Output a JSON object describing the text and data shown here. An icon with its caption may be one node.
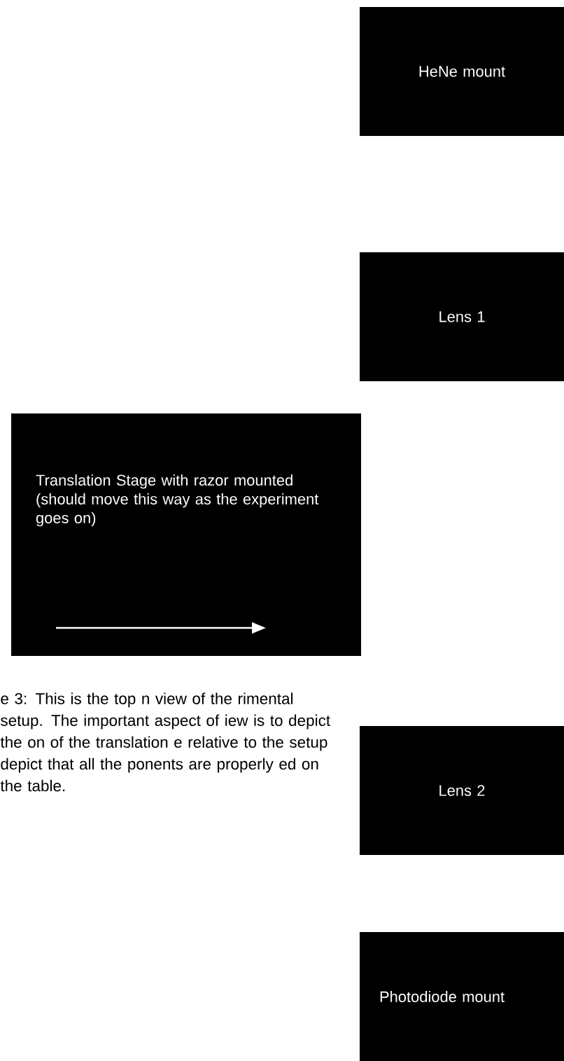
{
  "diagram": {
    "nodes": [
      {
        "text": [
          "HeNe mount"
        ]
      },
      {
        "text": [
          "Lens 1"
        ]
      },
      {
        "text": [
          "Translation Stage with razor mounted (should move this way as the experiment goes on)"
        ]
      },
      {
        "text": [
          "Lens 2"
        ]
      },
      {
        "text": [
          "Photodiode mount"
        ]
      }
    ],
    "labels": [
      "e 3: This is the top n view of the rimental setup. The important aspect of iew is to depict the on of the translation e relative to the setup depict that all the ponents are properly ed on the table."
    ]
  }
}
